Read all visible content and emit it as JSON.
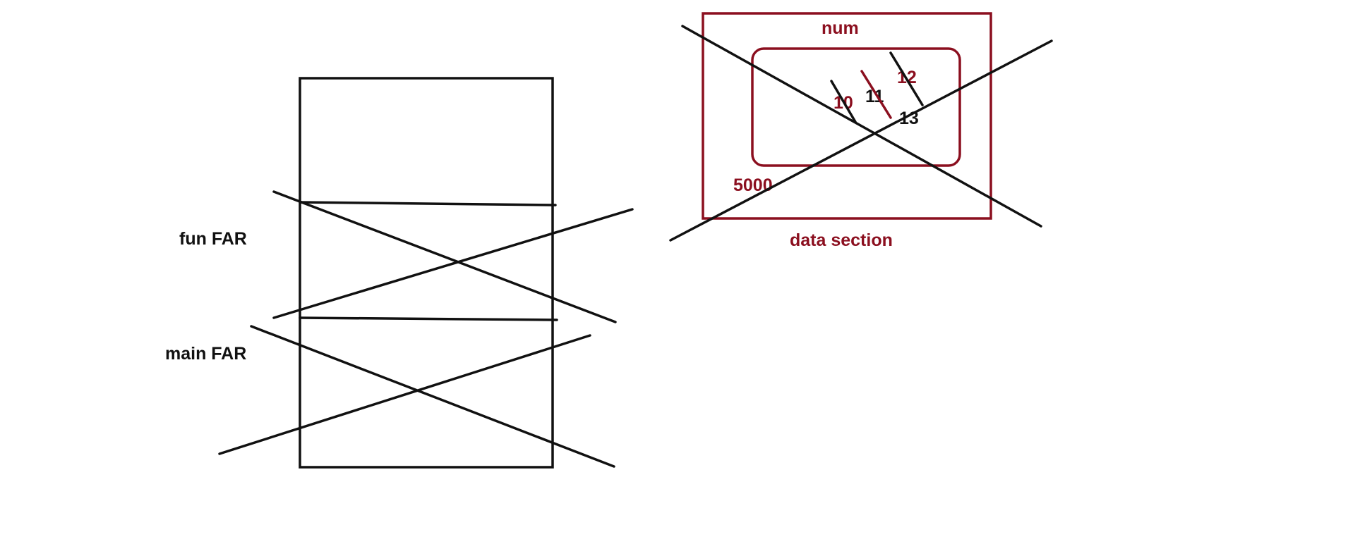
{
  "colors": {
    "ink": "#111111",
    "accent": "#8b0f1f",
    "background": "#ffffff"
  },
  "stack": {
    "fun_far_label": "fun FAR",
    "main_far_label": "main FAR"
  },
  "data_section": {
    "caption": "data section",
    "variable_name": "num",
    "address": "5000",
    "values": [
      "10",
      "11",
      "12",
      "13"
    ]
  }
}
